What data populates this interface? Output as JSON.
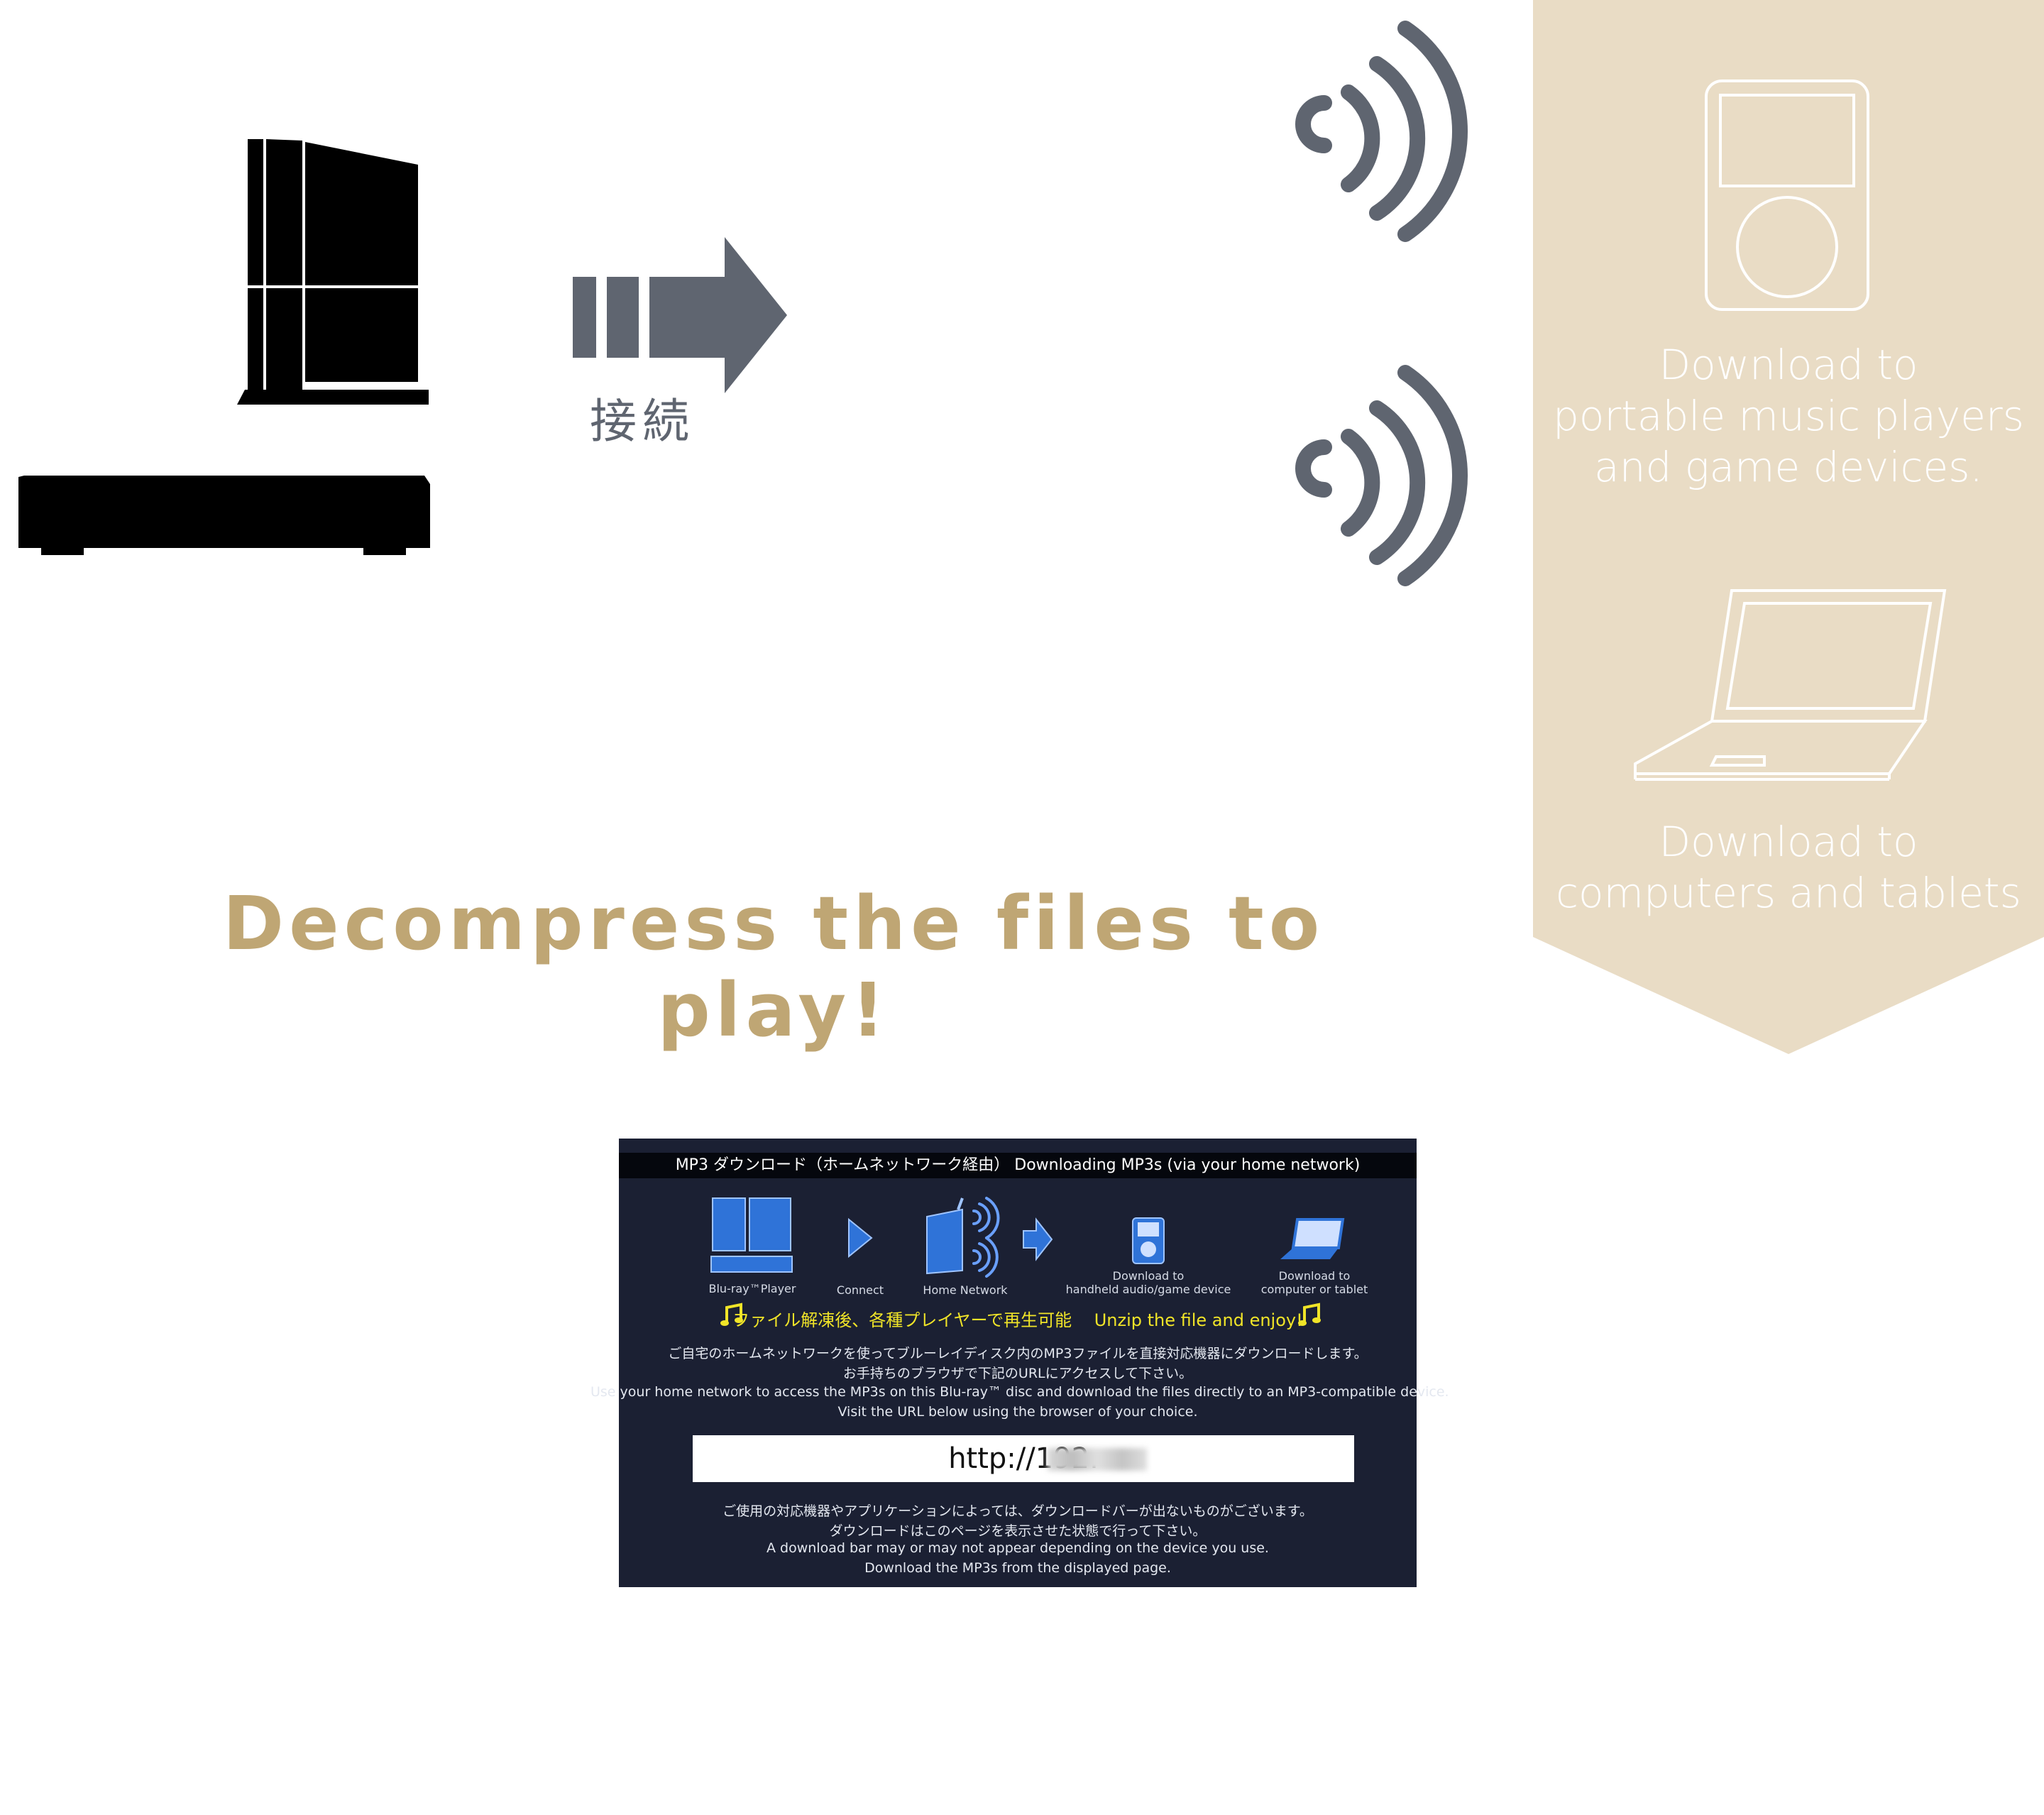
{
  "connect": {
    "label": "接続"
  },
  "panel": {
    "bg_color": "#e9dcc5",
    "item1_text": "Download to\nportable music players\nand game devices.",
    "item2_text": "Download to\ncomputers and tablets"
  },
  "headline": {
    "text": "Decompress the files to play!",
    "color": "#bfa674"
  },
  "screen": {
    "title": "MP3 ダウンロード（ホームネットワーク経由） Downloading MP3s (via your home network)",
    "steps": [
      {
        "label": "Blu-ray™Player",
        "icon": "bluray-player-icon"
      },
      {
        "label": "Connect",
        "icon": "arrow-icon"
      },
      {
        "label": "Home Network",
        "icon": "router-icon"
      },
      {
        "label": "Download to\nhandheld audio/game device",
        "icon": "ipod-icon"
      },
      {
        "label": "Download to\ncomputer or tablet",
        "icon": "laptop-icon"
      }
    ],
    "yellow_line": "ファイル解凍後、各種プレイヤーで再生可能　 Unzip the file and enjoy!",
    "lines_top": [
      "ご自宅のホームネットワークを使ってブルーレイディスク内のMP3ファイルを直接対応機器にダウンロードします。",
      "お手持ちのブラウザで下記のURLにアクセスして下さい。",
      "Use your home network to access the MP3s on this Blu-ray™ disc and download the files directly to an MP3-compatible device.",
      "Visit the URL below using the browser of your choice."
    ],
    "url": "http://192.",
    "lines_bottom": [
      "ご使用の対応機器やアプリケーションによっては、ダウンロードバーが出ないものがございます。",
      "ダウンロードはこのページを表示させた状態で行って下さい。",
      "A download bar may or may not appear depending on the device you use.",
      "Download the MP3s from the displayed page."
    ]
  },
  "colors": {
    "icon_gray": "#5f6570",
    "screen_bg": "#1b2033",
    "accent_blue": "#2f73d8"
  }
}
